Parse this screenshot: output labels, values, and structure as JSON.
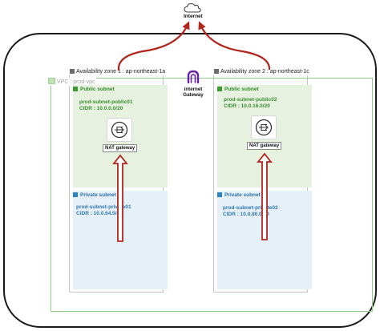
{
  "internet": {
    "label": "Internet",
    "icon": "cloud-icon"
  },
  "igw": {
    "label_line1": "internet",
    "label_line2": "Gateway",
    "icon": "internet-gateway-icon"
  },
  "vpc": {
    "label": "VPC : prod-vpc"
  },
  "zones": [
    {
      "label": "Availability zone 1 : ap-northeast-1a",
      "public": {
        "title": "Public subnet",
        "name": "prod-subnet-public01",
        "cidr": "CIDR : 10.0.0.0/20",
        "nat_label": "NAT gateway"
      },
      "private": {
        "title": "Private subnet",
        "name": "prod-subnet-private01",
        "cidr": "CIDR : 10.0.64.0/20"
      }
    },
    {
      "label": "Availability zone 2 : ap-northeast-1c",
      "public": {
        "title": "Public subnet",
        "name": "prod-subnet-public02",
        "cidr": "CIDR : 10.0.16.0/20",
        "nat_label": "NAT gateway"
      },
      "private": {
        "title": "Private subnet",
        "name": "prod-subnet-private02",
        "cidr": "CIDR : 10.0.80.0/20"
      }
    }
  ],
  "colors": {
    "arrow": "#b3261e",
    "public_subnet_bg": "#e6f1e0",
    "private_subnet_bg": "#e5f0f8",
    "vpc_border": "#8fcf83",
    "outer_border": "#1a1a1a",
    "igw_icon": "#6a1fa6"
  }
}
